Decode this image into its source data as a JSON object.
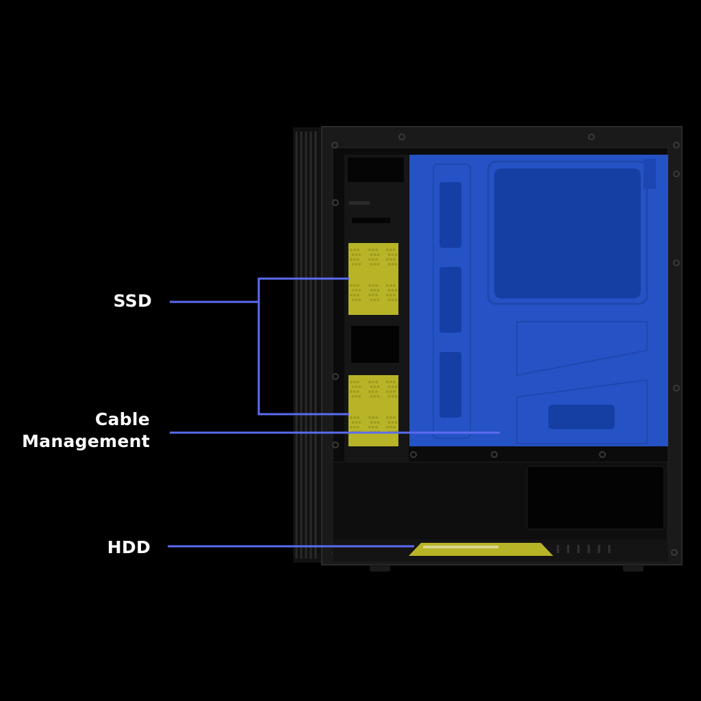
{
  "labels": {
    "ssd": "SSD",
    "cable_line1": "Cable",
    "cable_line2": "Management",
    "hdd": "HDD"
  },
  "colors": {
    "background": "#000000",
    "callout_line": "#5b6cf2",
    "ssd_highlight": "#b9b526",
    "cable_highlight": "#2553c6",
    "case_body": "#151515"
  }
}
